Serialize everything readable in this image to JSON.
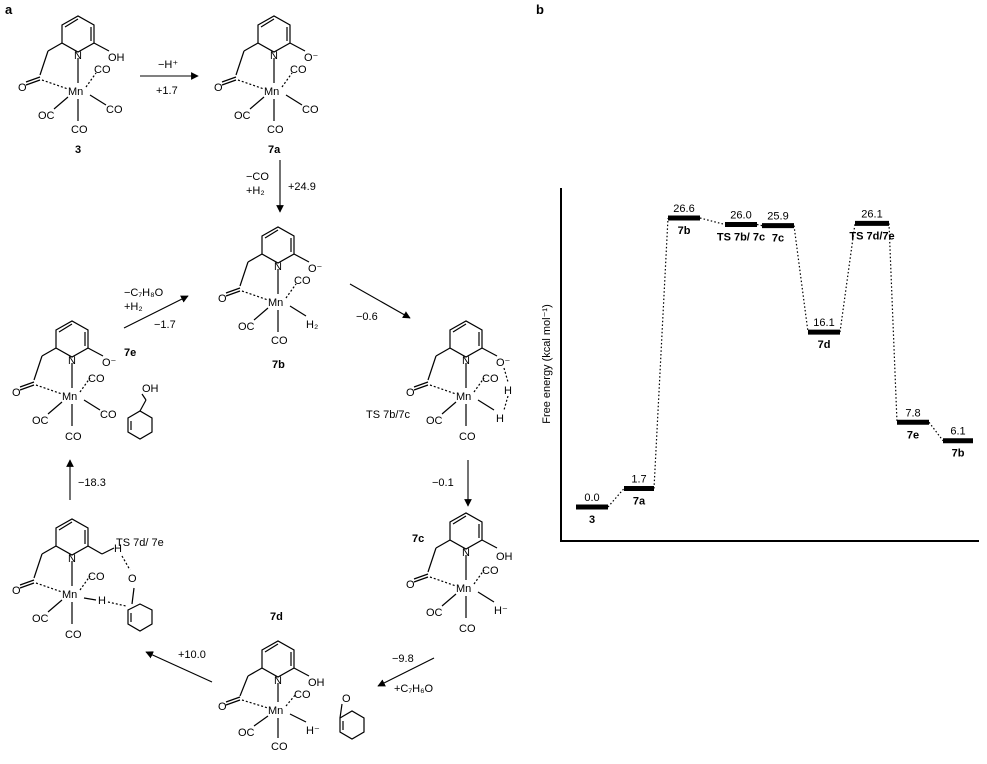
{
  "panel_a": {
    "label": "a",
    "compounds": {
      "c3": {
        "label": "3"
      },
      "c7a": {
        "label": "7a"
      },
      "c7b": {
        "label": "7b"
      },
      "c7c": {
        "label": "7c"
      },
      "c7d": {
        "label": "7d"
      },
      "c7e": {
        "label": "7e"
      },
      "ts_bc": {
        "label": "TS 7b/7c"
      },
      "ts_de": {
        "label": "TS 7d/ 7e"
      }
    },
    "atoms": {
      "mn": "Mn",
      "co": "CO",
      "oc": "OC",
      "n": "N",
      "oh": "OH",
      "o_minus": "O⁻",
      "h": "H",
      "h_minus": "H⁻",
      "h2": "H₂",
      "oh_group": "OH",
      "o": "O"
    },
    "steps": {
      "s1_top": "−H⁺",
      "s1_bottom": "+1.7",
      "s2_left1": "−CO",
      "s2_left2": "+H₂",
      "s2_right": "+24.9",
      "s3": "−0.6",
      "s4": "−0.1",
      "s5_top": "−9.8",
      "s5_bottom": "+C₇H₆O",
      "s6": "+10.0",
      "s7": "−18.3",
      "s8_top1": "−C₇H₈O",
      "s8_top2": "+H₂",
      "s8_bottom": "−1.7"
    }
  },
  "panel_b": {
    "label": "b"
  },
  "chart_data": {
    "type": "energy-profile",
    "ylabel": "Free energy (kcal mol⁻¹)",
    "grid": false,
    "points": [
      {
        "name": "3",
        "value": 0.0,
        "value_label": "0.0"
      },
      {
        "name": "7a",
        "value": 1.7,
        "value_label": "1.7"
      },
      {
        "name": "7b",
        "value": 26.6,
        "value_label": "26.6"
      },
      {
        "name": "TS 7b/ 7c",
        "value": 26.0,
        "value_label": "26.0"
      },
      {
        "name": "7c",
        "value": 25.9,
        "value_label": "25.9"
      },
      {
        "name": "7d",
        "value": 16.1,
        "value_label": "16.1"
      },
      {
        "name": "TS 7d/7e",
        "value": 26.1,
        "value_label": "26.1"
      },
      {
        "name": "7e",
        "value": 7.8,
        "value_label": "7.8"
      },
      {
        "name": "7b",
        "value": 6.1,
        "value_label": "6.1"
      }
    ]
  }
}
